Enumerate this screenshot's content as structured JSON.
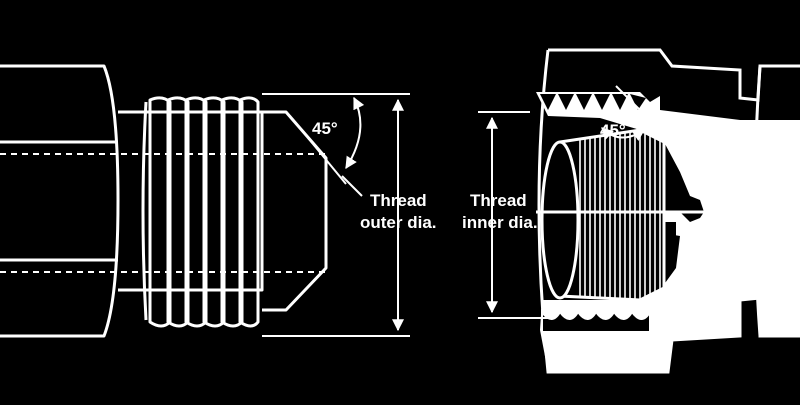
{
  "colors": {
    "background": "#000000",
    "ink": "#ffffff"
  },
  "labels": {
    "angle_left": "45°",
    "thread_outer_line1": "Thread",
    "thread_outer_line2": "outer dia.",
    "angle_right": "45°",
    "thread_inner_line1": "Thread",
    "thread_inner_line2": "inner dia."
  }
}
